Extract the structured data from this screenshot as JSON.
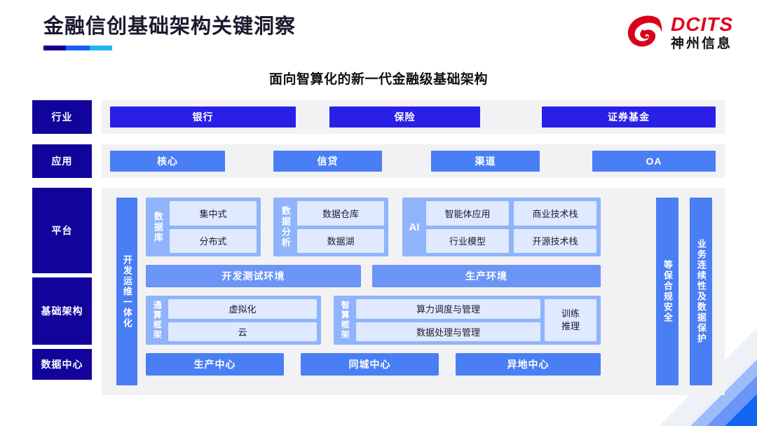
{
  "header": {
    "title": "金融信创基础架构关键洞察",
    "rule_colors": [
      "#14008c",
      "#1663f0",
      "#1fb6ef"
    ]
  },
  "logo": {
    "en": "DCITS",
    "cn": "神州信息",
    "mark": "swirl-logo-icon",
    "red": "#e2001a"
  },
  "subtitle": "面向智算化的新一代金融级基础架构",
  "diagram": {
    "rail": [
      {
        "label": "行业"
      },
      {
        "label": "应用"
      },
      {
        "label": "平台"
      },
      {
        "label": "基础架构"
      },
      {
        "label": "数据中心"
      }
    ],
    "industry": [
      {
        "label": "银行"
      },
      {
        "label": "保险"
      },
      {
        "label": "证券基金"
      }
    ],
    "applications": [
      {
        "label": "核心"
      },
      {
        "label": "信贷"
      },
      {
        "label": "渠道"
      },
      {
        "label": "OA"
      }
    ],
    "devops_bar": "开发运维一体化",
    "right_bars": [
      {
        "label": "等保合规安全"
      },
      {
        "label": "业务连续性及数据保护"
      }
    ],
    "groups": [
      {
        "label": "数据库",
        "items": [
          "集中式",
          "分布式"
        ]
      },
      {
        "label": "数据分析",
        "items": [
          "数据仓库",
          "数据湖"
        ]
      },
      {
        "label": "AI",
        "items": [
          "智能体应用",
          "商业技术栈",
          "行业模型",
          "开源技术栈"
        ]
      }
    ],
    "environments": [
      {
        "label": "开发测试环境"
      },
      {
        "label": "生产环境"
      }
    ],
    "frameworks": [
      {
        "label": "通算框架",
        "items": [
          "虚拟化",
          "云"
        ],
        "side": ""
      },
      {
        "label": "智算框架",
        "items": [
          "算力调度与管理",
          "数据处理与管理"
        ],
        "side": "训练\n推理"
      }
    ],
    "framework_side_lines": [
      "训练",
      "推理"
    ],
    "data_centers": [
      {
        "label": "生产中心"
      },
      {
        "label": "同城中心"
      },
      {
        "label": "异地中心"
      }
    ]
  },
  "colors": {
    "navy": "#12039b",
    "industry_blue": "#2a1fe6",
    "app_blue": "#4a7ef4",
    "group_blue": "#8fb4fb",
    "item_blue": "#dfe9ff",
    "env_blue": "#6b95f7",
    "panel_gray": "#f2f2f4"
  }
}
